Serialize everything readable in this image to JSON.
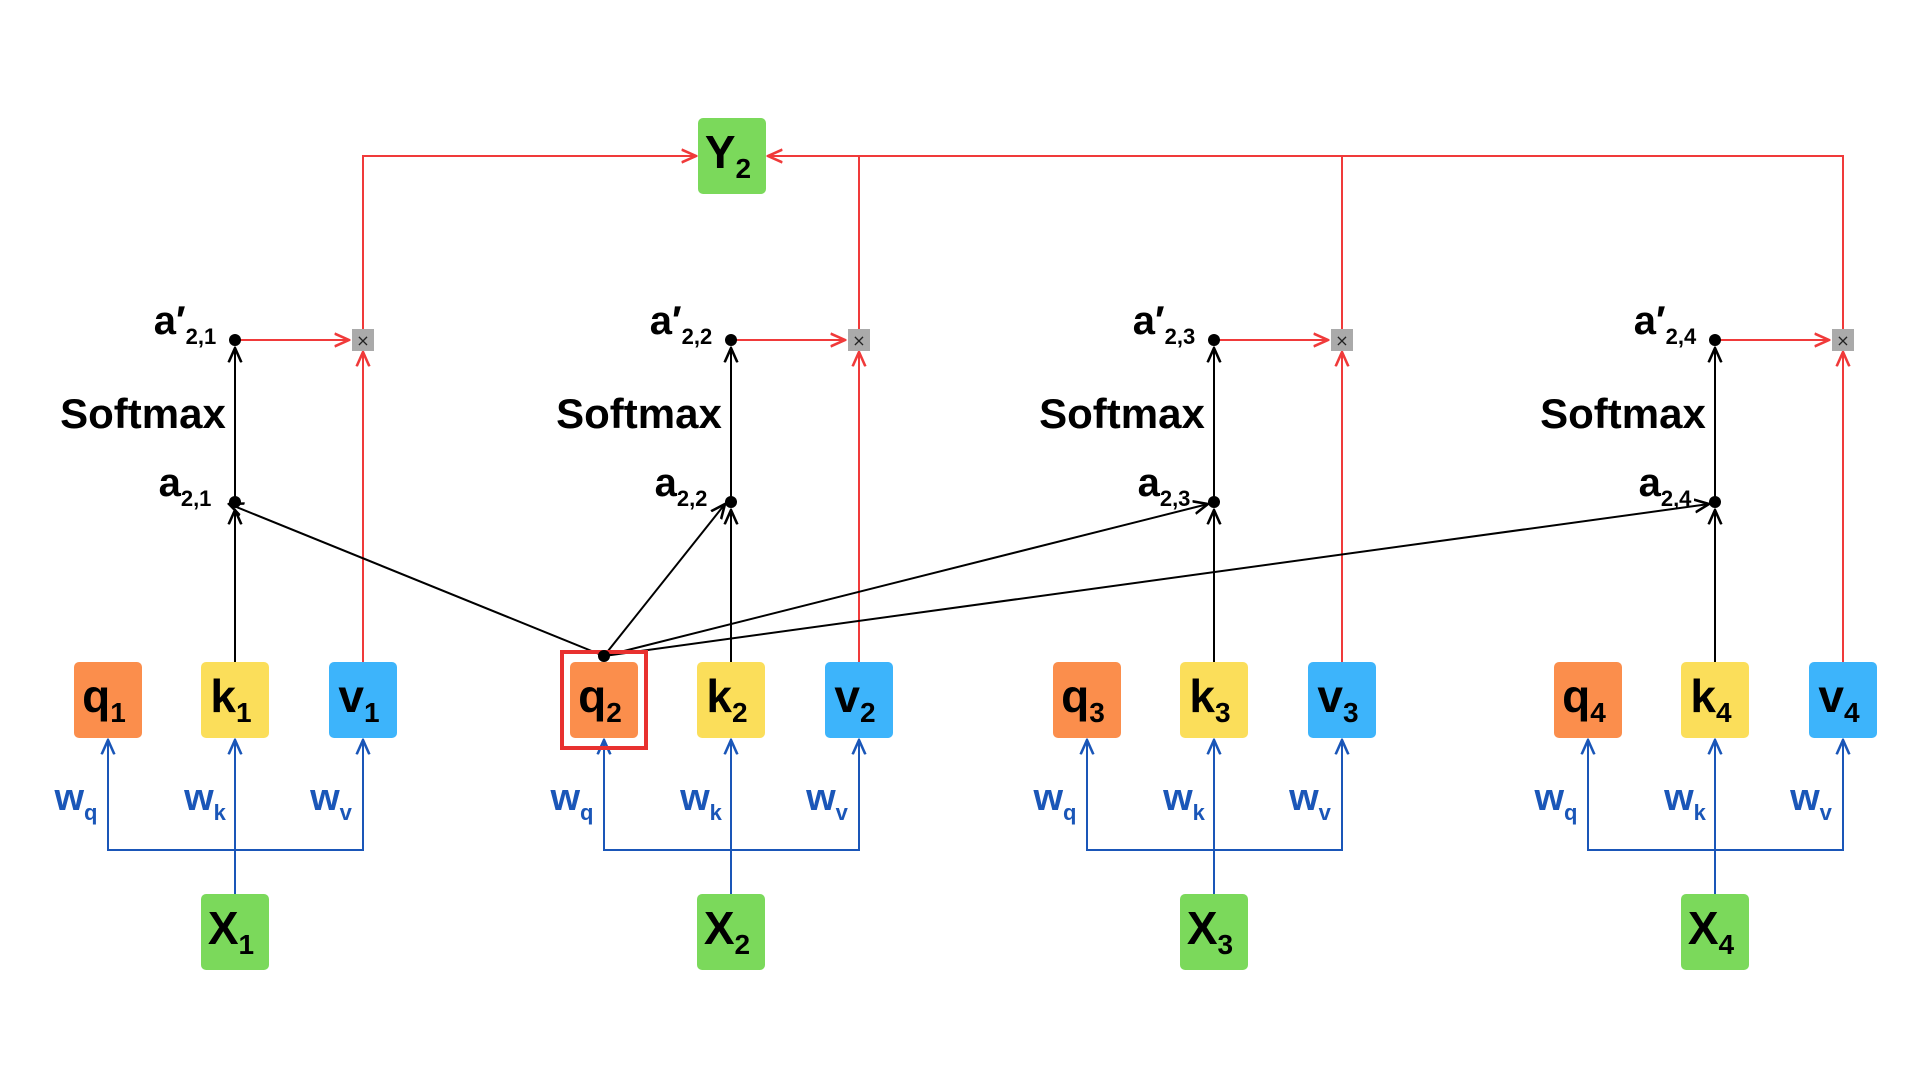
{
  "colors": {
    "query": "#fb8e4c",
    "key": "#fbde5a",
    "value": "#3db4fb",
    "io": "#7bd95b",
    "black_line": "#000000",
    "red_line": "#f03a3a",
    "blue_line": "#1a56b8",
    "highlight": "#e8312f",
    "multiply_node": "#aaaaaa"
  },
  "output": {
    "base": "Y",
    "sub": "2"
  },
  "softmax_label": "Softmax",
  "multiply_symbol": "×",
  "weights": [
    {
      "base": "w",
      "sub": "q"
    },
    {
      "base": "w",
      "sub": "k"
    },
    {
      "base": "w",
      "sub": "v"
    }
  ],
  "groups": [
    {
      "q": {
        "base": "q",
        "sub": "1"
      },
      "k": {
        "base": "k",
        "sub": "1"
      },
      "v": {
        "base": "v",
        "sub": "1"
      },
      "x": {
        "base": "X",
        "sub": "1"
      },
      "a": {
        "base": "a",
        "sub": "2,1"
      },
      "a_prime": {
        "base": "a′",
        "sub": "2,1"
      }
    },
    {
      "q": {
        "base": "q",
        "sub": "2"
      },
      "k": {
        "base": "k",
        "sub": "2"
      },
      "v": {
        "base": "v",
        "sub": "2"
      },
      "x": {
        "base": "X",
        "sub": "2"
      },
      "a": {
        "base": "a",
        "sub": "2,2"
      },
      "a_prime": {
        "base": "a′",
        "sub": "2,2"
      },
      "highlighted_query": true
    },
    {
      "q": {
        "base": "q",
        "sub": "3"
      },
      "k": {
        "base": "k",
        "sub": "3"
      },
      "v": {
        "base": "v",
        "sub": "3"
      },
      "x": {
        "base": "X",
        "sub": "3"
      },
      "a": {
        "base": "a",
        "sub": "2,3"
      },
      "a_prime": {
        "base": "a′",
        "sub": "2,3"
      }
    },
    {
      "q": {
        "base": "q",
        "sub": "4"
      },
      "k": {
        "base": "k",
        "sub": "4"
      },
      "v": {
        "base": "v",
        "sub": "4"
      },
      "x": {
        "base": "X",
        "sub": "4"
      },
      "a": {
        "base": "a",
        "sub": "2,4"
      },
      "a_prime": {
        "base": "a′",
        "sub": "2,4"
      }
    }
  ]
}
